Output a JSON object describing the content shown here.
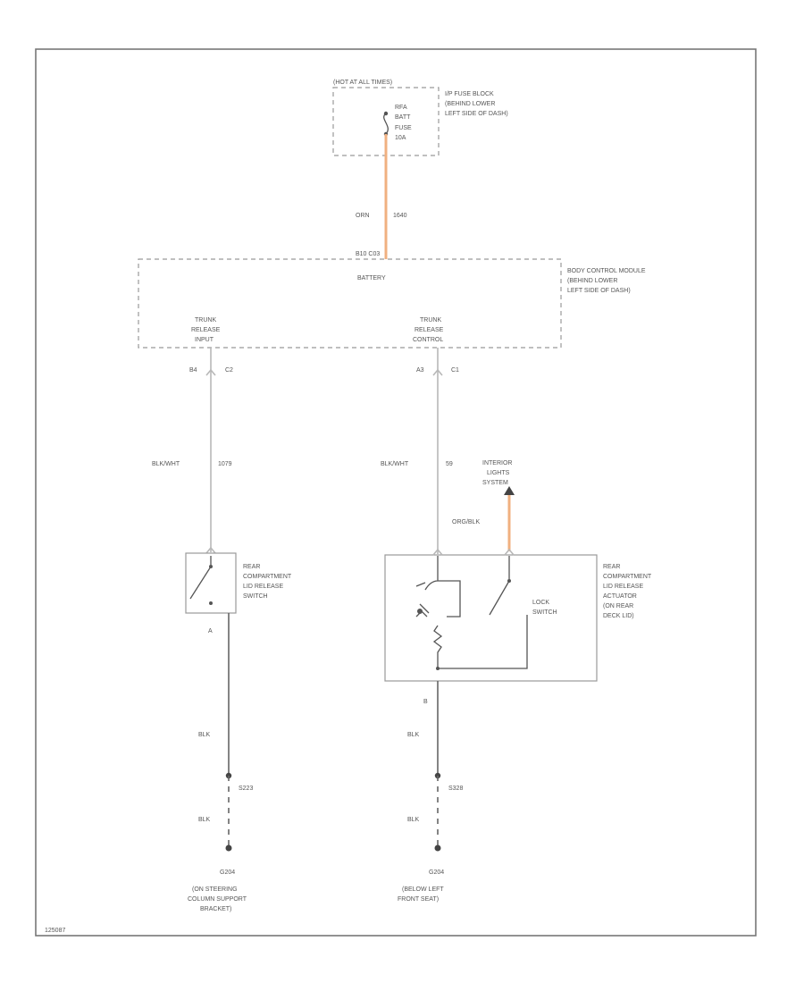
{
  "colors": {
    "orange_wire": "#f0b080",
    "frame": "#777777",
    "text": "#555555"
  },
  "fuse_block": {
    "header": "(HOT AT ALL TIMES)",
    "fuse_lines": [
      "RFA",
      "BATT",
      "FUSE",
      "10A"
    ],
    "location": [
      "I/P FUSE BLOCK",
      "(BEHIND LOWER",
      "LEFT SIDE OF DASH)"
    ]
  },
  "feed_wire": {
    "color": "ORN",
    "circuit": "1640"
  },
  "bcm": {
    "pin_label": "B10   C03",
    "power_label": "BATTERY",
    "location": [
      "BODY CONTROL MODULE",
      "(BEHIND LOWER",
      "LEFT SIDE OF DASH)"
    ],
    "input_label": [
      "TRUNK",
      "RELEASE",
      "INPUT"
    ],
    "control_label": [
      "TRUNK",
      "RELEASE",
      "CONTROL"
    ]
  },
  "left_branch": {
    "pins": [
      "B4",
      "C2"
    ],
    "wire_color": "BLK/WHT",
    "circuit": "1079",
    "switch_label": [
      "REAR",
      "COMPARTMENT",
      "LID RELEASE",
      "SWITCH"
    ],
    "switch_pin": "A",
    "ground_wire_1": "BLK",
    "splice": "S223",
    "ground_wire_2": "BLK",
    "ground": "G204",
    "ground_location": [
      "(ON STEERING",
      "COLUMN SUPPORT",
      "BRACKET)"
    ]
  },
  "right_branch": {
    "pins": [
      "A3",
      "C1"
    ],
    "wire_color": "BLK/WHT",
    "circuit": "59",
    "interior_label": [
      "INTERIOR",
      "LIGHTS",
      "SYSTEM"
    ],
    "interior_wire": "ORG/BLK",
    "actuator_label": [
      "REAR",
      "COMPARTMENT",
      "LID RELEASE",
      "ACTUATOR",
      "(ON REAR",
      "DECK LID)"
    ],
    "lock_switch_label": [
      "LOCK",
      "SWITCH"
    ],
    "actuator_pin": "B",
    "ground_wire_1": "BLK",
    "splice": "S328",
    "ground_wire_2": "BLK",
    "ground": "G204",
    "ground_location": [
      "(BELOW LEFT",
      "FRONT SEAT)"
    ]
  },
  "diagram_id": "125087"
}
